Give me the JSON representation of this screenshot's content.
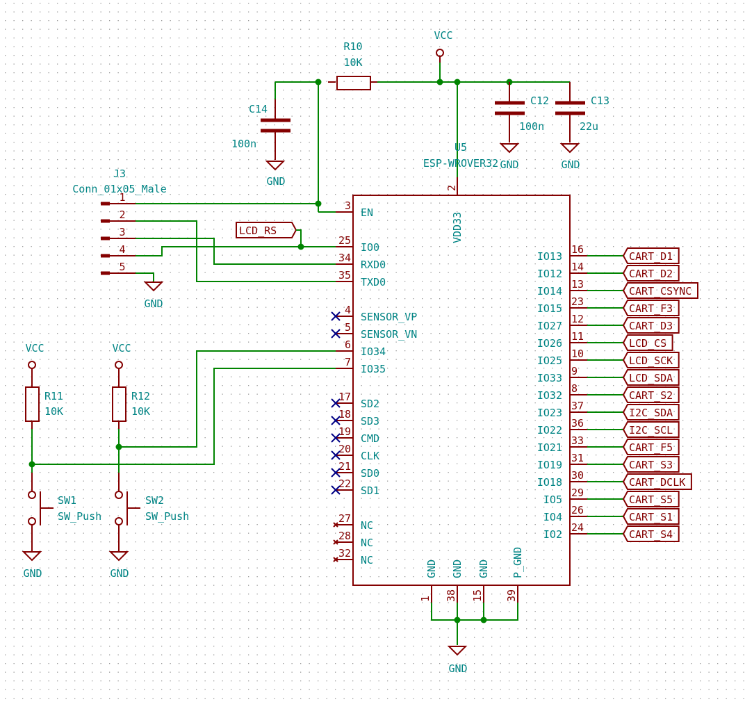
{
  "colors": {
    "wire": "#008400",
    "component": "#840000",
    "text": "#008484",
    "no_connect": "#000084",
    "grid_dot": "#9a9a9a",
    "background": "#ffffff"
  },
  "power": {
    "vcc": "VCC",
    "gnd": "GND"
  },
  "components": {
    "r10": {
      "ref": "R10",
      "value": "10K"
    },
    "r11": {
      "ref": "R11",
      "value": "10K"
    },
    "r12": {
      "ref": "R12",
      "value": "10K"
    },
    "c14": {
      "ref": "C14",
      "value": "100n"
    },
    "c12": {
      "ref": "C12",
      "value": "100n"
    },
    "c13": {
      "ref": "C13",
      "value": "22u"
    },
    "sw1": {
      "ref": "SW1",
      "value": "SW_Push"
    },
    "sw2": {
      "ref": "SW2",
      "value": "SW_Push"
    },
    "j3": {
      "ref": "J3",
      "value": "Conn_01x05_Male",
      "pins": [
        "1",
        "2",
        "3",
        "4",
        "5"
      ]
    },
    "u5": {
      "ref": "U5",
      "value": "ESP-WROVER32"
    }
  },
  "u5_top_pin": {
    "num": "2",
    "name": "VDD33"
  },
  "u5_left_pins": [
    {
      "num": "3",
      "name": "EN"
    },
    {
      "num": "25",
      "name": "IO0"
    },
    {
      "num": "34",
      "name": "RXD0"
    },
    {
      "num": "35",
      "name": "TXD0"
    },
    {
      "num": "4",
      "name": "SENSOR_VP"
    },
    {
      "num": "5",
      "name": "SENSOR_VN"
    },
    {
      "num": "6",
      "name": "IO34"
    },
    {
      "num": "7",
      "name": "IO35"
    },
    {
      "num": "17",
      "name": "SD2"
    },
    {
      "num": "18",
      "name": "SD3"
    },
    {
      "num": "19",
      "name": "CMD"
    },
    {
      "num": "20",
      "name": "CLK"
    },
    {
      "num": "21",
      "name": "SD0"
    },
    {
      "num": "22",
      "name": "SD1"
    },
    {
      "num": "27",
      "name": "NC"
    },
    {
      "num": "28",
      "name": "NC"
    },
    {
      "num": "32",
      "name": "NC"
    }
  ],
  "u5_right_pins": [
    {
      "num": "16",
      "name": "IO13",
      "net": "CART_D1"
    },
    {
      "num": "14",
      "name": "IO12",
      "net": "CART_D2"
    },
    {
      "num": "13",
      "name": "IO14",
      "net": "CART_CSYNC"
    },
    {
      "num": "23",
      "name": "IO15",
      "net": "CART_F3"
    },
    {
      "num": "12",
      "name": "IO27",
      "net": "CART_D3"
    },
    {
      "num": "11",
      "name": "IO26",
      "net": "LCD_CS"
    },
    {
      "num": "10",
      "name": "IO25",
      "net": "LCD_SCK"
    },
    {
      "num": "9",
      "name": "IO33",
      "net": "LCD_SDA"
    },
    {
      "num": "8",
      "name": "IO32",
      "net": "CART_S2"
    },
    {
      "num": "37",
      "name": "IO23",
      "net": "I2C_SDA"
    },
    {
      "num": "36",
      "name": "IO22",
      "net": "I2C_SCL"
    },
    {
      "num": "33",
      "name": "IO21",
      "net": "CART_F5"
    },
    {
      "num": "31",
      "name": "IO19",
      "net": "CART_S3"
    },
    {
      "num": "30",
      "name": "IO18",
      "net": "CART_DCLK"
    },
    {
      "num": "29",
      "name": "IO5",
      "net": "CART_S5"
    },
    {
      "num": "26",
      "name": "IO4",
      "net": "CART_S1"
    },
    {
      "num": "24",
      "name": "IO2",
      "net": "CART_S4"
    }
  ],
  "u5_bottom_pins": [
    {
      "num": "1",
      "name": "GND"
    },
    {
      "num": "38",
      "name": "GND"
    },
    {
      "num": "15",
      "name": "GND"
    },
    {
      "num": "39",
      "name": "P_GND"
    }
  ],
  "labels": {
    "lcd_rs": "LCD_RS"
  }
}
